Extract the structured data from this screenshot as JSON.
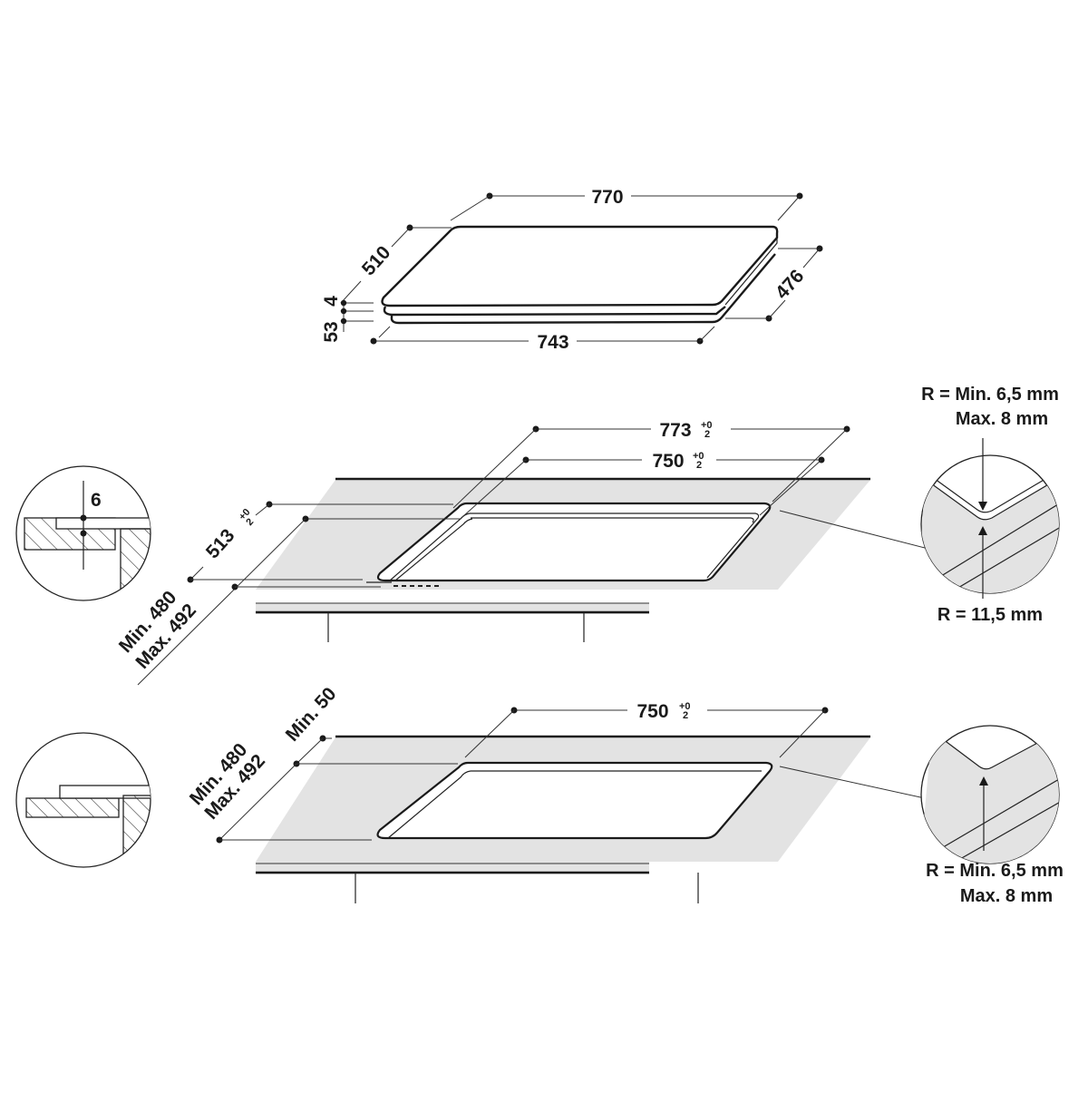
{
  "colors": {
    "line": "#1a1a1a",
    "countertop": "#e3e3e3",
    "background": "#ffffff"
  },
  "product_view": {
    "width_top": "770",
    "depth_top": "510",
    "glass_thickness": "4",
    "total_height": "53",
    "width_bottom": "743",
    "depth_bottom": "476"
  },
  "flush_install": {
    "outer_cut_width": "773",
    "outer_cut_tol_plus": "+0",
    "outer_cut_tol_minus": "2",
    "inner_cut_width": "750",
    "inner_cut_tol_plus": "+0",
    "inner_cut_tol_minus": "2",
    "outer_cut_depth": "513",
    "outer_cut_depth_tol_plus": "+0",
    "outer_cut_depth_tol_minus": "2",
    "inner_depth_min": "Min. 480",
    "inner_depth_max": "Max. 492",
    "rebate_depth": "6",
    "corner_detail": {
      "inner_radius_min": "R = Min. 6,5 mm",
      "inner_radius_max": "Max. 8 mm",
      "outer_radius": "R = 11,5 mm"
    }
  },
  "standard_install": {
    "cut_width": "750",
    "cut_tol_plus": "+0",
    "cut_tol_minus": "2",
    "edge_distance": "Min. 50",
    "depth_min": "Min. 480",
    "depth_max": "Max. 492",
    "corner_detail": {
      "radius_min": "R = Min. 6,5 mm",
      "radius_max": "Max. 8 mm"
    }
  }
}
